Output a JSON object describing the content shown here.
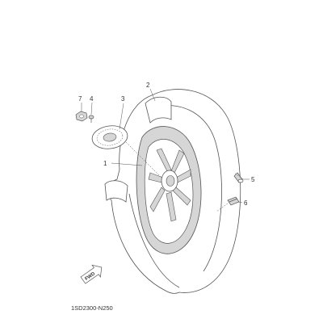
{
  "diagram": {
    "callouts": [
      {
        "id": "1",
        "label": "1"
      },
      {
        "id": "2",
        "label": "2"
      },
      {
        "id": "3",
        "label": "3"
      },
      {
        "id": "4",
        "label": "4"
      },
      {
        "id": "5",
        "label": "5"
      },
      {
        "id": "6",
        "label": "6"
      },
      {
        "id": "7",
        "label": "7"
      }
    ],
    "direction_label": "FWD",
    "reference_code": "1SD2300-N250"
  },
  "colors": {
    "line": "#555555",
    "rim_shade": "#d6d6d6",
    "tire_inner": "#c9c9c9",
    "text": "#333333"
  }
}
